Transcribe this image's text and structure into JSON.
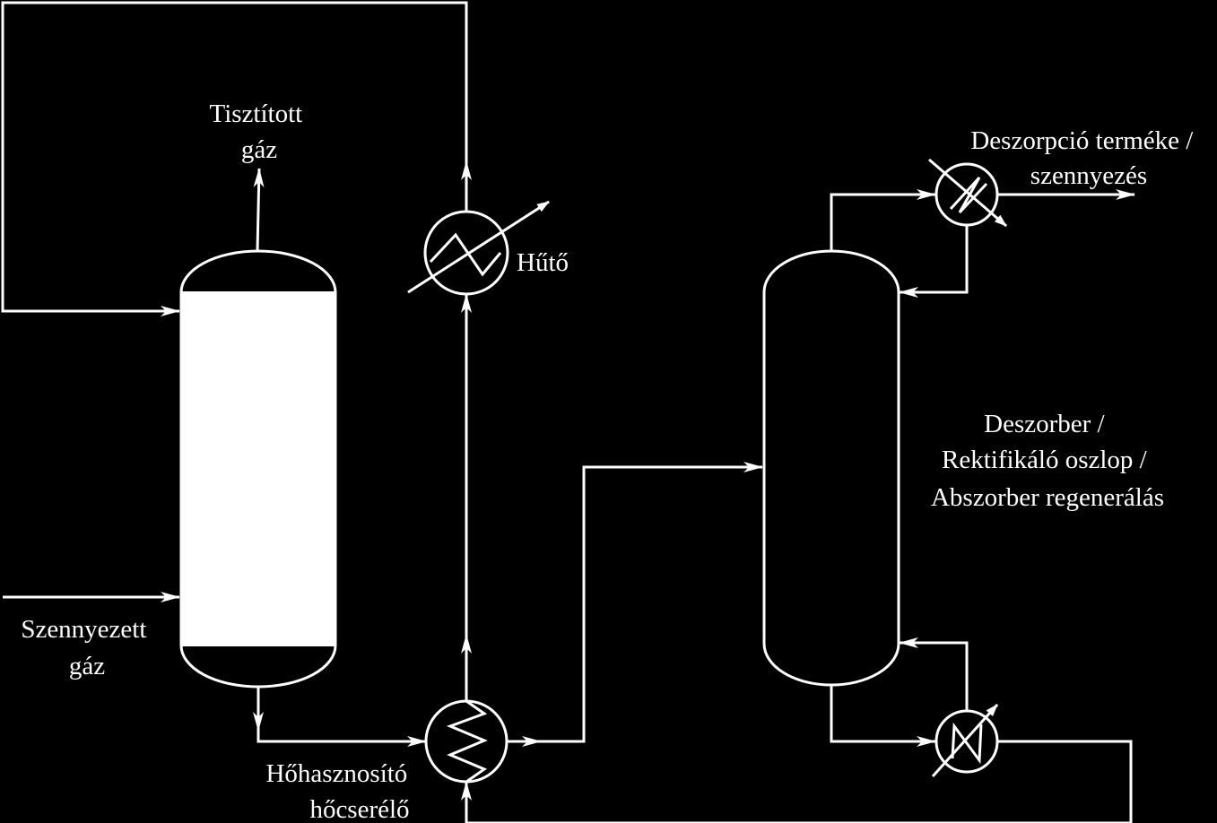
{
  "colors": {
    "background": "#000000",
    "stroke": "#ffffff"
  },
  "labels": {
    "purified_gas": [
      "Tisztított",
      "gáz"
    ],
    "contaminated_gas": [
      "Szennyezett",
      "gáz"
    ],
    "cooler": "Hűtő",
    "heat_recovery_exchanger": [
      "Hőhasznosító",
      "hőcserélő"
    ],
    "desorption_product": [
      "Deszorpció terméke /",
      "szennyezés"
    ],
    "desorber": [
      "Deszorber /",
      "Rektifikáló oszlop /",
      "Abszorber regenerálás"
    ]
  },
  "equipment": [
    {
      "id": "absorber",
      "icon": "packed-column-icon"
    },
    {
      "id": "cooler",
      "icon": "heat-exchanger-icon"
    },
    {
      "id": "heat-recovery-exchanger",
      "icon": "heat-exchanger-icon"
    },
    {
      "id": "desorber",
      "icon": "column-icon"
    },
    {
      "id": "condenser",
      "icon": "heat-exchanger-icon"
    },
    {
      "id": "reboiler",
      "icon": "heat-exchanger-icon"
    }
  ]
}
